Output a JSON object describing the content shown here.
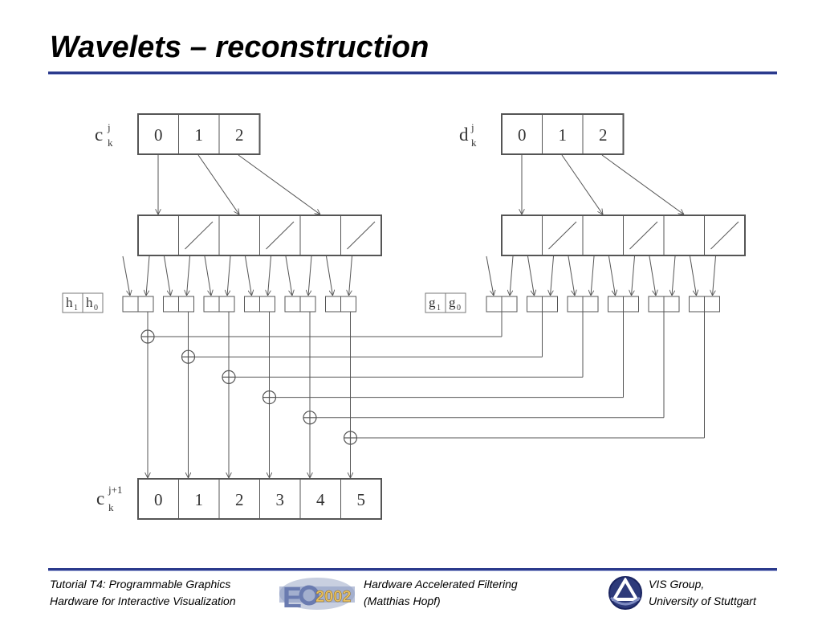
{
  "slide": {
    "title": "Wavelets – reconstruction"
  },
  "diagram": {
    "c_top": {
      "symbol": "c",
      "sup": "j",
      "sub": "k",
      "cells": [
        "0",
        "1",
        "2"
      ]
    },
    "d_top": {
      "symbol": "d",
      "sup": "j",
      "sub": "k",
      "cells": [
        "0",
        "1",
        "2"
      ]
    },
    "c_bottom": {
      "symbol": "c",
      "sup": "j+1",
      "sub": "k",
      "cells": [
        "0",
        "1",
        "2",
        "3",
        "4",
        "5"
      ]
    },
    "h_filter": {
      "left": "h",
      "left_sub": "1",
      "right": "h",
      "right_sub": "0"
    },
    "g_filter": {
      "left": "g",
      "left_sub": "1",
      "right": "g",
      "right_sub": "0"
    }
  },
  "footer": {
    "left_line1": "Tutorial T4: Programmable Graphics",
    "left_line2": "Hardware for Interactive Visualization",
    "center_line1": "Hardware Accelerated Filtering",
    "center_line2": "(Matthias Hopf)",
    "right_line1": "VIS Group,",
    "right_line2": "University of Stuttgart",
    "logo_eg_label": "E",
    "logo_eg_year": "2002"
  },
  "colors": {
    "rule": "#2b3a8c",
    "line": "#555555",
    "text": "#333333"
  }
}
